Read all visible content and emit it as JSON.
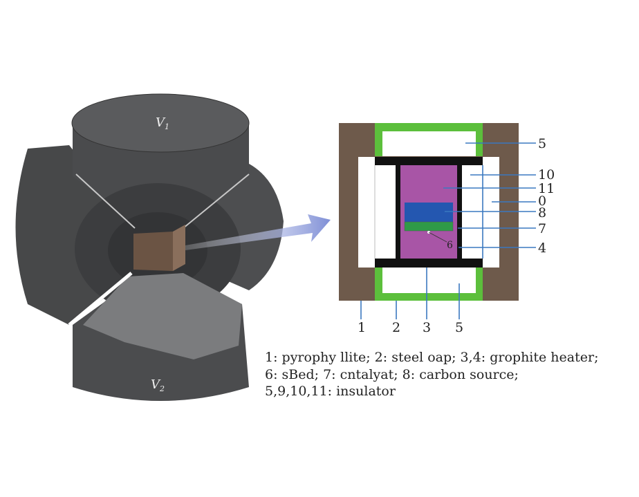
{
  "press": {
    "top_label": "V",
    "top_sub": "1",
    "bottom_label": "V",
    "bottom_sub": "2"
  },
  "cell_labels": {
    "right": [
      "5",
      "10",
      "11",
      "0",
      "8",
      "7",
      "4"
    ],
    "seed": "6",
    "bottom": [
      "1",
      "2",
      "3",
      "5"
    ]
  },
  "caption": {
    "line1": "1: pyrophy llite; 2: steel oap; 3,4: grophite heater;",
    "line2": "6: sBed; 7: cntalyat; 8: carbon source;",
    "line3": "5,9,10,11: insulator"
  },
  "colors": {
    "pyrophyllite": "#6e5a4b",
    "steel_cap": "#5cbf3c",
    "graphite": "#111111",
    "chamber": "#a855a6",
    "carbon_source": "#2457b0",
    "catalyst": "#2f9a48",
    "leader": "#3a78c0"
  }
}
